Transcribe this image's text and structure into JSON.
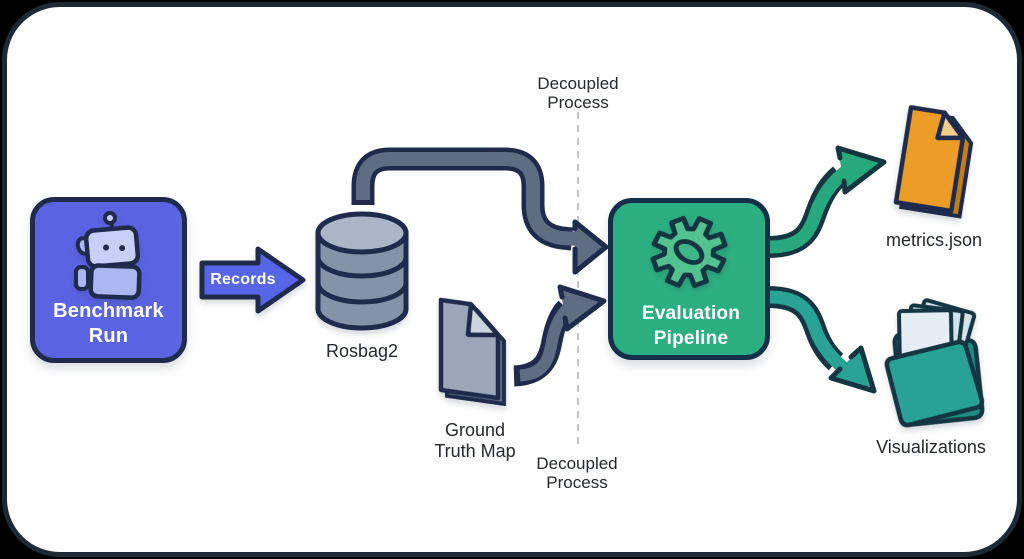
{
  "labels": {
    "benchmark_line1": "Benchmark",
    "benchmark_line2": "Run",
    "records": "Records",
    "rosbag": "Rosbag2",
    "ground_truth_line1": "Ground",
    "ground_truth_line2": "Truth Map",
    "decoupled_top_line1": "Decoupled",
    "decoupled_top_line2": "Process",
    "decoupled_bottom_line1": "Decoupled",
    "decoupled_bottom_line2": "Process",
    "evaluation_line1": "Evaluation",
    "evaluation_line2": "Pipeline",
    "metrics": "metrics.json",
    "visualizations": "Visualizations"
  },
  "icons": {
    "benchmark": "robot-icon",
    "rosbag": "database-icon",
    "ground_truth": "document-icon",
    "evaluation": "gear-icon",
    "metrics": "file-icon",
    "visualizations": "folder-icon"
  },
  "colors": {
    "panel_bg": "#ffffff",
    "panel_border": "#1d2935",
    "outer_bg": "#000000",
    "ink": "#1e2b4d",
    "ink_teal": "#143642",
    "benchmark_fill": "#5a63e2",
    "records_fill": "#5766e8",
    "robot_light": "#c7d0f8",
    "robot_mid": "#aab7f0",
    "arrow_gray": "#5f6d82",
    "steel_body": "#8493a7",
    "steel_top": "#a9b6c6",
    "doc_gray": "#9aa7b8",
    "doc_fold": "#ccd5df",
    "doc_depth": "#64748a",
    "eval_fill": "#2bae80",
    "gear_fill": "#52c38e",
    "gear_hole": "#3cb787",
    "green_arrow": "#27a87d",
    "teal_arrow": "#28a394",
    "file_orange": "#eb9d27",
    "file_fold": "#f6cd8a",
    "file_depth": "#c07c17",
    "folder_teal": "#28a296",
    "folder_dark": "#1f8d85",
    "page_light": "#d2e3ea",
    "page_front": "#e4eef3",
    "label_dark": "#25282c",
    "dash_color": "#c2c6cb"
  }
}
